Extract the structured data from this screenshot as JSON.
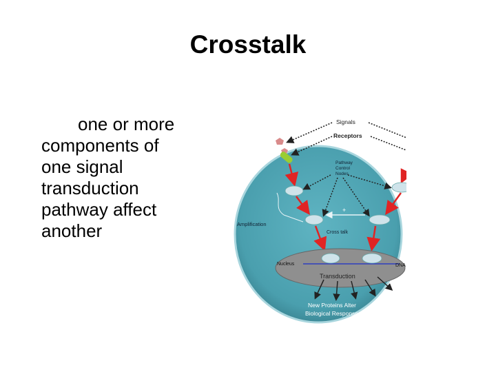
{
  "slide": {
    "title": "Crosstalk",
    "body_lines": [
      "one or more",
      "components of",
      "one signal",
      "transduction",
      "pathway affect",
      "another"
    ]
  },
  "diagram": {
    "signals": "Signals",
    "receptors": "Receptors",
    "pathway_nodes": [
      "Pathway",
      "Control",
      "Nodes"
    ],
    "amplification": "Amplification",
    "cross_talk": "Cross talk",
    "plus": "+",
    "nucleus": "Nucleus",
    "dna": "DNA",
    "transduction": "Transduction",
    "response": [
      "New Proteins Alter",
      "Biological Response"
    ],
    "colors": {
      "cell": "#4a9fae",
      "cell_edge": "#9fd0d9",
      "node": "#cfe3ea",
      "nucleus": "#8f8f8f",
      "arrow_red": "#e02424",
      "arrow_dark": "#222222",
      "signal_pink": "#d98b8b",
      "signal_green": "#22bb33",
      "receptor_green": "#9acd32",
      "receptor_blue": "#2f4fbf"
    }
  }
}
